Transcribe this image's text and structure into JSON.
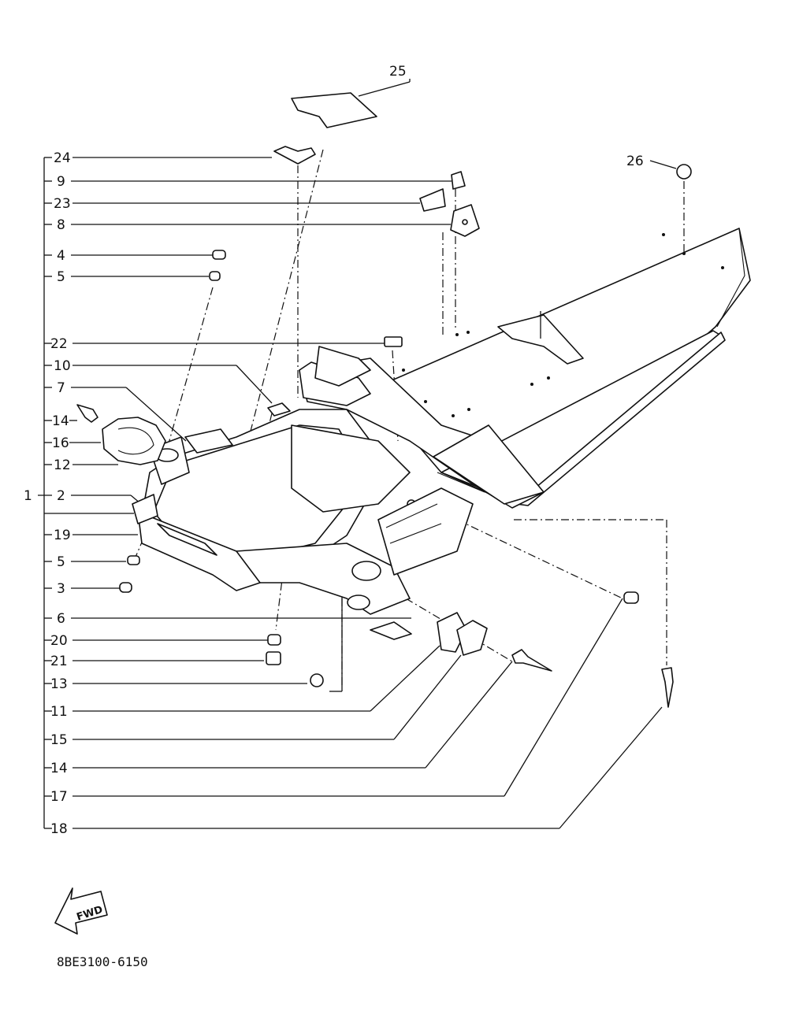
{
  "diagram": {
    "callouts": {
      "c1": "1",
      "c2": "2",
      "c3": "3",
      "c4": "4",
      "c5a": "5",
      "c5b": "5",
      "c6": "6",
      "c7": "7",
      "c8": "8",
      "c9": "9",
      "c10": "10",
      "c11": "11",
      "c12": "12",
      "c13": "13",
      "c14a": "14",
      "c14b": "14",
      "c15": "15",
      "c16": "16",
      "c17": "17",
      "c18": "18",
      "c19": "19",
      "c20": "20",
      "c21": "21",
      "c22": "22",
      "c23": "23",
      "c24": "24",
      "c25": "25",
      "c26": "26"
    },
    "fwd_label": "FWD",
    "part_code": "8BE3100-6150"
  }
}
